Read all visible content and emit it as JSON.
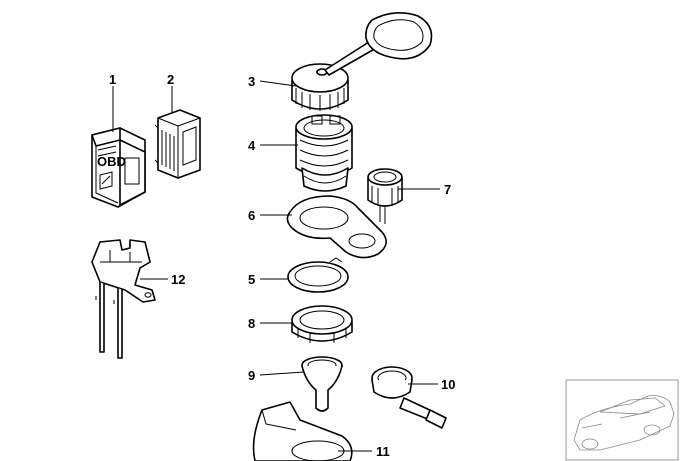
{
  "callouts": [
    {
      "id": "1",
      "label": "1"
    },
    {
      "id": "2",
      "label": "2"
    },
    {
      "id": "3",
      "label": "3"
    },
    {
      "id": "4",
      "label": "4"
    },
    {
      "id": "5",
      "label": "5"
    },
    {
      "id": "6",
      "label": "6"
    },
    {
      "id": "7",
      "label": "7"
    },
    {
      "id": "8",
      "label": "8"
    },
    {
      "id": "9",
      "label": "9"
    },
    {
      "id": "10",
      "label": "10"
    },
    {
      "id": "11",
      "label": "11"
    },
    {
      "id": "12",
      "label": "12"
    }
  ],
  "parts": {
    "obd_label": "OBD"
  }
}
